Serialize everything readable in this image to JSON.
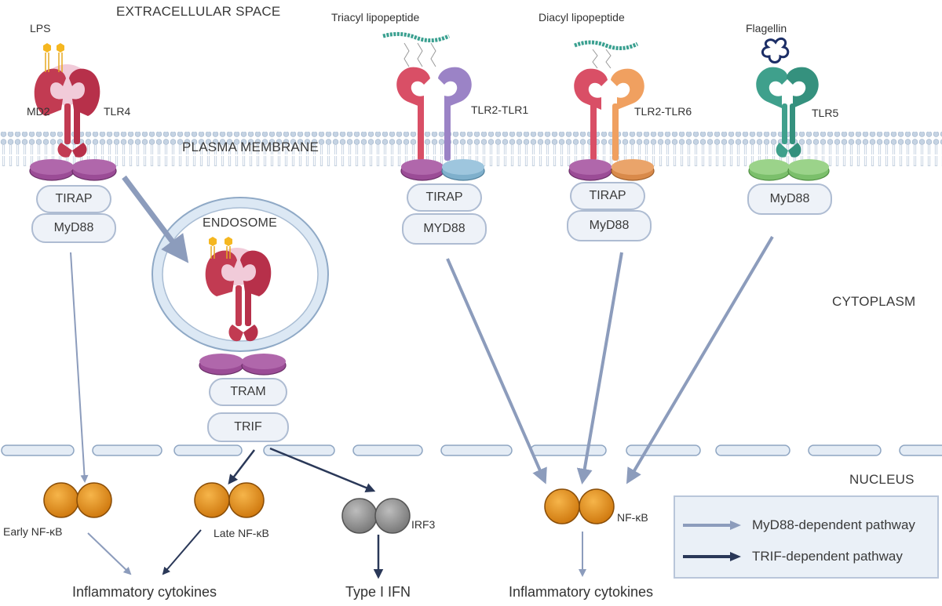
{
  "regions": {
    "extracellular": "EXTRACELLULAR SPACE",
    "membrane": "PLASMA MEMBRANE",
    "cytoplasm": "CYTOPLASM",
    "nucleus": "NUCLEUS",
    "endosome": "ENDOSOME"
  },
  "ligands": {
    "lps": "LPS",
    "triacyl": "Triacyl lipopeptide",
    "diacyl": "Diacyl lipopeptide",
    "flagellin": "Flagellin"
  },
  "receptors": {
    "md2": "MD2",
    "tlr4": "TLR4",
    "tlr2_tlr1": "TLR2-TLR1",
    "tlr2_tlr6": "TLR2-TLR6",
    "tlr5": "TLR5"
  },
  "adaptors": {
    "tlr4_tirap": "TIRAP",
    "tlr4_myd88": "MyD88",
    "tram": "TRAM",
    "trif": "TRIF",
    "tlr21_tirap": "TIRAP",
    "tlr21_myd88": "MYD88",
    "tlr26_tirap": "TIRAP",
    "tlr26_myd88": "MyD88",
    "tlr5_myd88": "MyD88"
  },
  "nuclear": {
    "early_nfkb": "Early NF-κB",
    "late_nfkb": "Late NF-κB",
    "irf3": "IRF3",
    "nfkb": "NF-κB"
  },
  "outputs": {
    "cytokines_left": "Inflammatory cytokines",
    "type1_ifn": "Type I IFN",
    "cytokines_right": "Inflammatory cytokines"
  },
  "legend": {
    "myd88_label": "MyD88-dependent pathway",
    "trif_label": "TRIF-dependent pathway"
  },
  "colors": {
    "myd88_arrow": "#8c9cbc",
    "trif_arrow": "#2a3858",
    "tlr4": "#c23b52",
    "tlr2": "#d94f66",
    "tlr1": "#9b83c6",
    "tlr6": "#f0a060",
    "tlr5": "#3fa08c",
    "tir_purple": "#9b4c96",
    "nfkb_orange": "#e39222",
    "irf3_gray": "#8f8f8f",
    "adaptor_fill": "#eef2f8"
  }
}
